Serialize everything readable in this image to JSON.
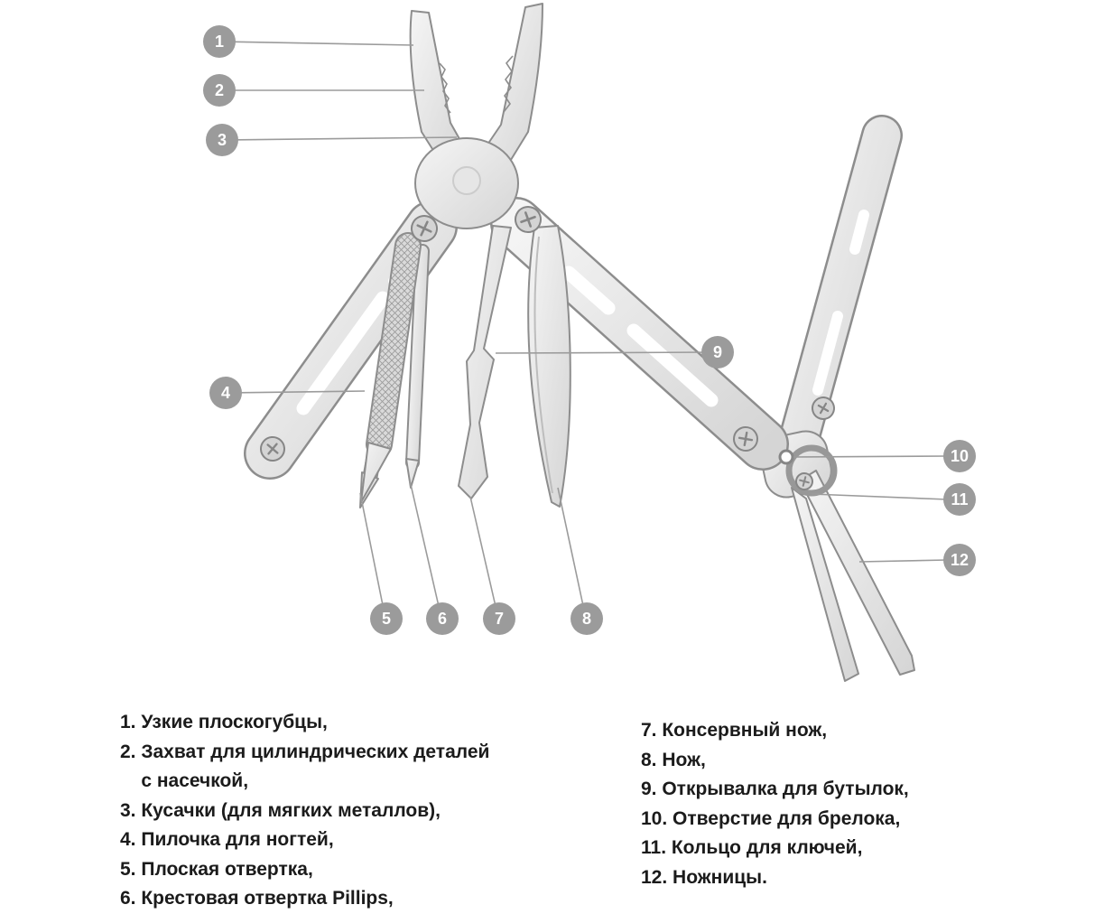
{
  "title": "Multitool parts diagram",
  "colors": {
    "background": "#ffffff",
    "callout_fill": "#9b9b9b",
    "callout_text": "#ffffff",
    "leader_line": "#9b9b9b",
    "metal_light": "#f5f5f5",
    "metal_dark": "#d5d5d5",
    "outline": "#8d8d8d",
    "legend_text": "#1b1b1b"
  },
  "callouts": [
    {
      "num": "1"
    },
    {
      "num": "2"
    },
    {
      "num": "3"
    },
    {
      "num": "4"
    },
    {
      "num": "5"
    },
    {
      "num": "6"
    },
    {
      "num": "7"
    },
    {
      "num": "8"
    },
    {
      "num": "9"
    },
    {
      "num": "10"
    },
    {
      "num": "11"
    },
    {
      "num": "12"
    }
  ],
  "legend": {
    "left": [
      "1. Узкие плоскогубцы,",
      "2. Захват для цилиндрических деталей\n    с насечкой,",
      "3. Кусачки (для мягких металлов),",
      "4. Пилочка для ногтей,",
      "5. Плоская отвертка,",
      "6. Крестовая отвертка Pillips,"
    ],
    "right": [
      "7. Консервный нож,",
      "8. Нож,",
      "9. Открывалка для бутылок,",
      "10. Отверстие для брелока,",
      "11. Кольцо для ключей,",
      "12. Ножницы."
    ]
  }
}
